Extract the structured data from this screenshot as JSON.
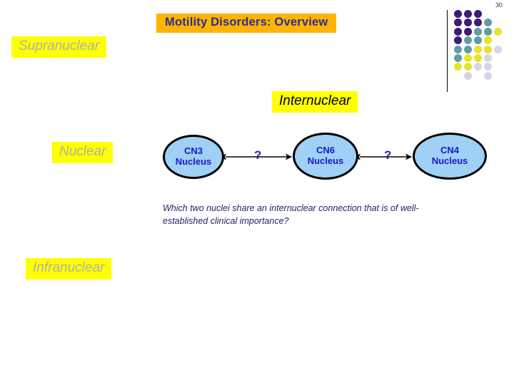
{
  "slide": {
    "page_number": "30",
    "title": "Motility Disorders: Overview",
    "title_bg": "#ffb400",
    "title_color": "#2c2c96"
  },
  "levels": [
    {
      "label": "Supranuclear",
      "state": "dim",
      "color": "#b0b0b0"
    },
    {
      "label": "Internuclear",
      "state": "active",
      "color": "#000000"
    },
    {
      "label": "Nuclear",
      "state": "dim",
      "color": "#b0b0b0"
    },
    {
      "label": "Infranuclear",
      "state": "dim",
      "color": "#b0b0b0"
    }
  ],
  "diagram": {
    "node_fill": "#9fd0f5",
    "node_border": "#000000",
    "node_text_color": "#1818c8",
    "connector_color": "#000000",
    "nodes": [
      {
        "line1": "CN3",
        "line2": "Nucleus"
      },
      {
        "line1": "CN6",
        "line2": "Nucleus"
      },
      {
        "line1": "CN4",
        "line2": "Nucleus"
      }
    ],
    "connectors": [
      {
        "label": "?",
        "color": "#2c2c96",
        "style": "double-arrow"
      },
      {
        "label": "?",
        "color": "#2c2c96",
        "style": "double-arrow"
      }
    ]
  },
  "caption": {
    "text": "Which two nuclei share an internuclear connection that is of well-established clinical importance?",
    "color": "#22226e"
  },
  "dot_grid": {
    "colors": {
      "purple": "#3d1a78",
      "teal": "#5f9ea3",
      "yellow": "#e8e32a",
      "lavender": "#d5d5e8"
    },
    "rows": [
      [
        "purple",
        "purple",
        "purple",
        "",
        ""
      ],
      [
        "purple",
        "purple",
        "purple",
        "teal",
        ""
      ],
      [
        "purple",
        "purple",
        "teal",
        "teal",
        "yellow"
      ],
      [
        "purple",
        "teal",
        "teal",
        "yellow",
        ""
      ],
      [
        "teal",
        "teal",
        "yellow",
        "yellow",
        "lavender"
      ],
      [
        "teal",
        "yellow",
        "yellow",
        "lavender",
        ""
      ],
      [
        "yellow",
        "yellow",
        "lavender",
        "lavender",
        ""
      ],
      [
        "",
        "lavender",
        "",
        "lavender",
        ""
      ]
    ]
  }
}
